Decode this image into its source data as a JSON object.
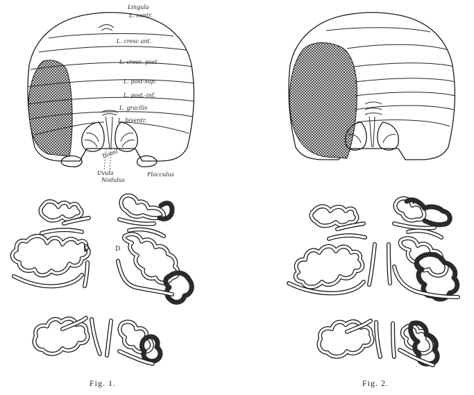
{
  "figure1": {
    "caption": "Fig. 1.",
    "labels": {
      "lingula": "Lingula",
      "l_centr": "L. centr.",
      "l_crescant": "L. cresc ant.",
      "l_cresc_post": "L. cresc. post.",
      "l_post_sup": "L. post-sup.",
      "l_post_inf": "L. post.-inf.",
      "l_gracilis": "L. gracilis",
      "l_biventr": "L. biventr.",
      "tonsil": "Tonsil",
      "flocculus": "Flocculus",
      "uvula": "Uvula",
      "nodulus": "Nodulus",
      "d_left": "D",
      "d_right": "D"
    }
  },
  "figure2": {
    "caption": "Fig. 2."
  },
  "colors": {
    "ink": "#1a1a1a",
    "hatch": "#3a3a3a",
    "paper": "#ffffff"
  }
}
